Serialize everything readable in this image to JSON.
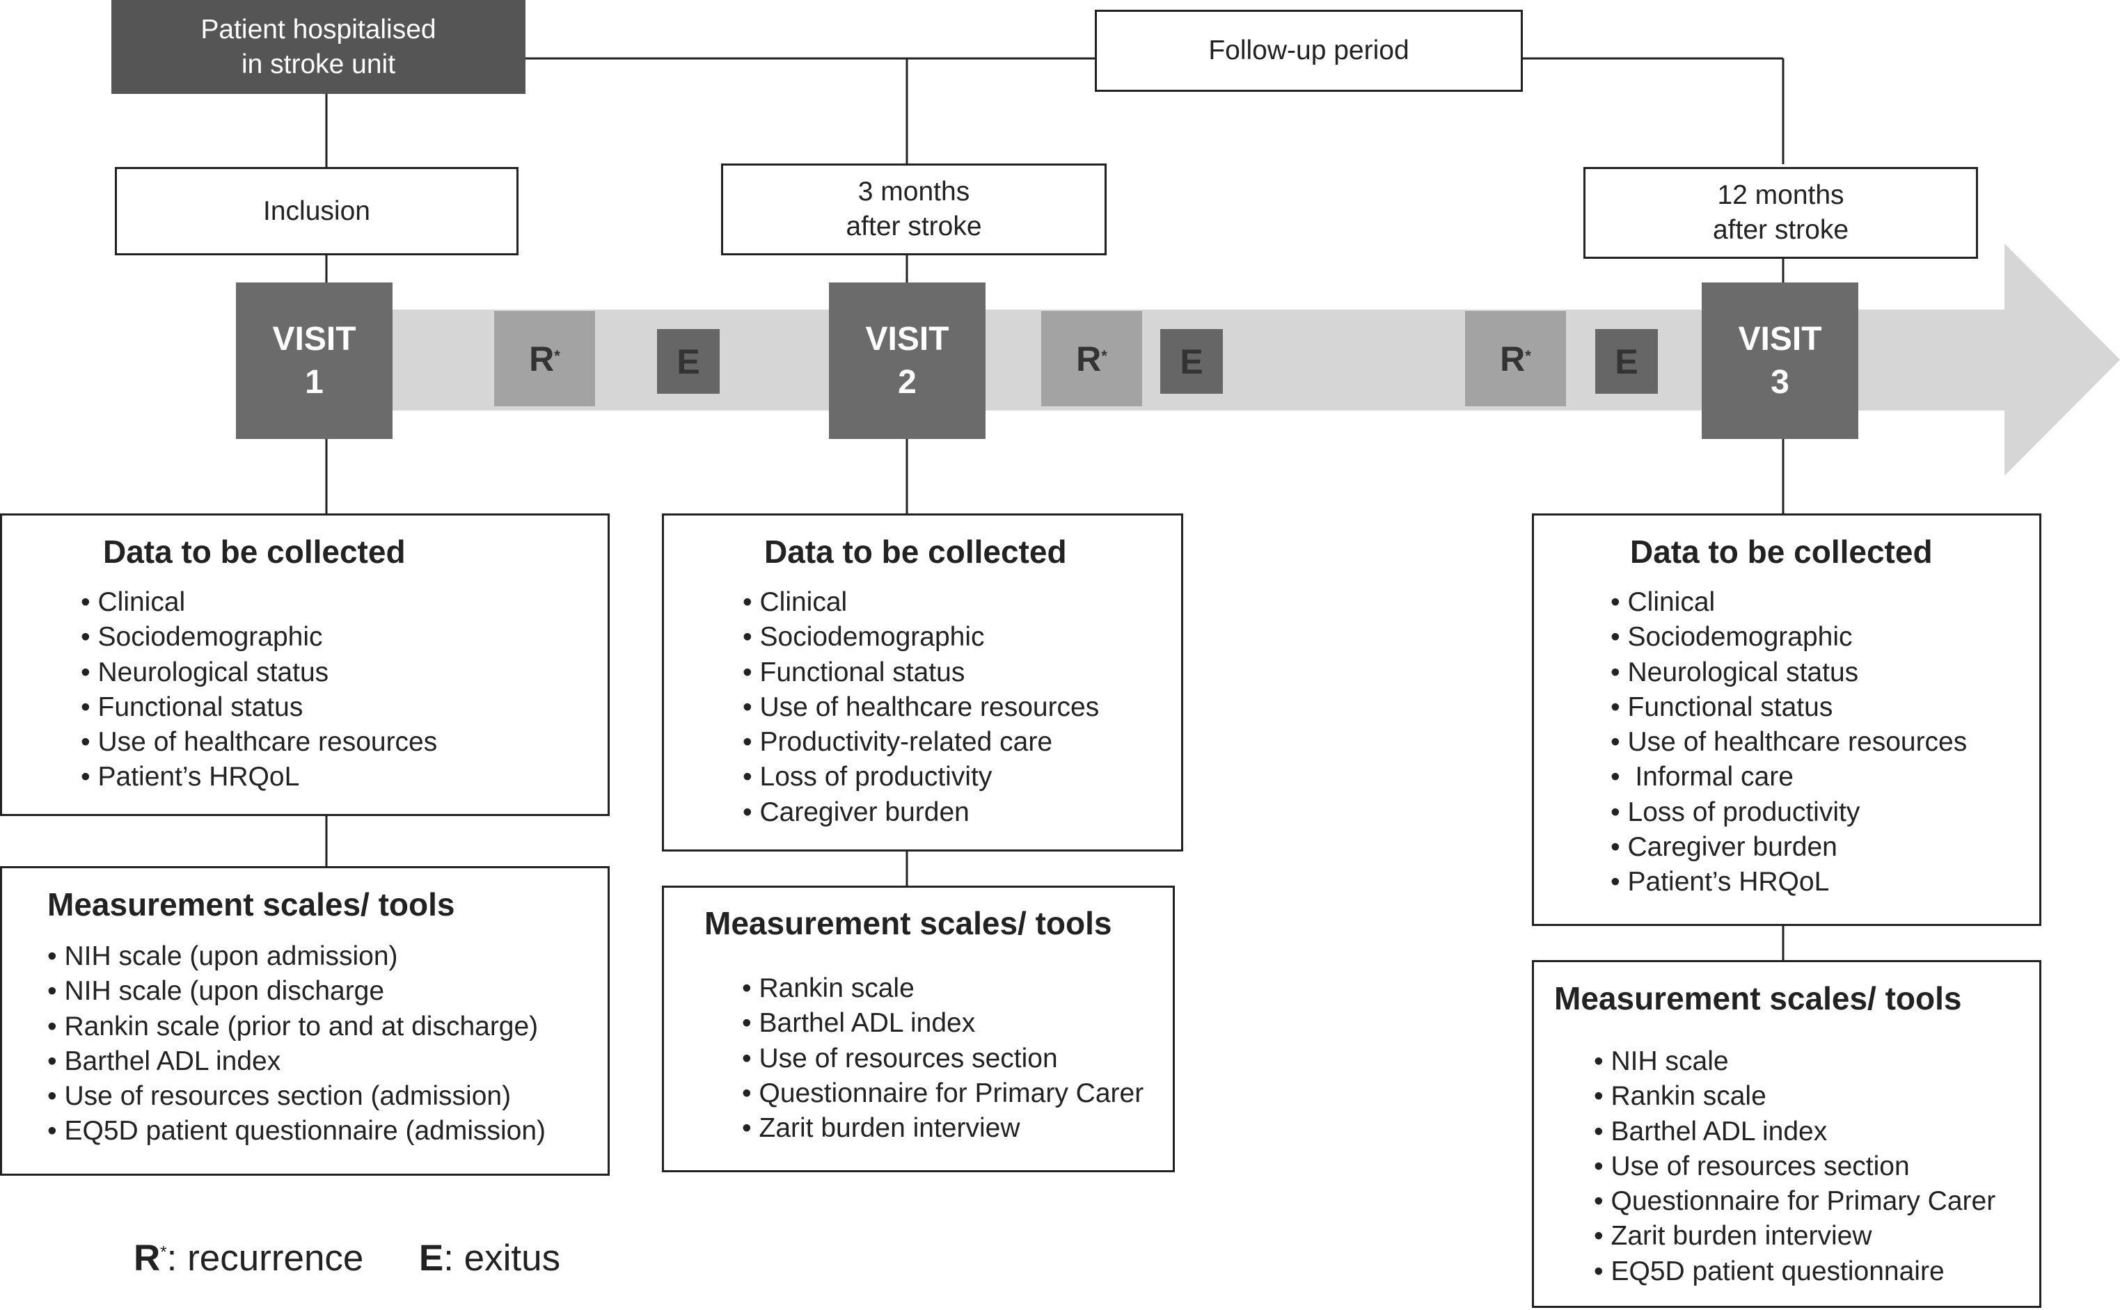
{
  "header": {
    "hospital": [
      "Patient hospitalised",
      "in stroke unit"
    ],
    "follow_up": "Follow-up period"
  },
  "milestones": {
    "inclusion": [
      "Inclusion"
    ],
    "three_months": [
      "3 months",
      "after stroke"
    ],
    "twelve_months": [
      "12 months",
      "after stroke"
    ]
  },
  "visits": [
    {
      "label": "VISIT",
      "number": "1"
    },
    {
      "label": "VISIT",
      "number": "2"
    },
    {
      "label": "VISIT",
      "number": "3"
    }
  ],
  "events": {
    "recurrence": "R",
    "recurrence_mark": "*",
    "exitus": "E"
  },
  "data_boxes": [
    {
      "title": "Data to be collected",
      "items": [
        "Clinical",
        "Sociodemographic",
        "Neurological status",
        "Functional status",
        "Use of healthcare resources",
        "Patient’s HRQoL"
      ]
    },
    {
      "title": "Data to be collected",
      "items": [
        "Clinical",
        "Sociodemographic",
        "Functional status",
        "Use of healthcare resources",
        "Productivity-related care",
        "Loss of productivity",
        "Caregiver burden"
      ]
    },
    {
      "title": "Data to be collected",
      "items": [
        "Clinical",
        "Sociodemographic",
        "Neurological status",
        "Functional status",
        "Use of healthcare resources",
        " Informal care",
        "Loss of productivity",
        "Caregiver burden",
        "Patient’s HRQoL"
      ]
    }
  ],
  "scale_boxes": [
    {
      "title": "Measurement scales/ tools",
      "items": [
        "NIH scale (upon admission)",
        "NIH scale (upon discharge",
        "Rankin scale (prior to and at discharge)",
        "Barthel ADL index",
        "Use of resources section (admission)",
        "EQ5D patient questionnaire (admission)"
      ]
    },
    {
      "title": "Measurement scales/ tools",
      "items": [
        "Rankin scale",
        "Barthel ADL index",
        "Use of resources section",
        "Questionnaire for Primary Carer",
        "Zarit burden interview"
      ]
    },
    {
      "title": "Measurement scales/ tools",
      "items": [
        "NIH scale",
        "Rankin scale",
        "Barthel ADL index",
        "Use of resources section",
        "Questionnaire for Primary Carer",
        "Zarit burden interview",
        "EQ5D patient questionnaire"
      ]
    }
  ],
  "legend": {
    "r_symbol": "R",
    "r_mark": "*",
    "r_text": ": recurrence",
    "e_symbol": "E",
    "e_text": ": exitus"
  },
  "colors": {
    "arrow": "#d6d6d6",
    "visit": "#6b6b6b",
    "recurrence": "#a3a3a3",
    "exitus": "#666666",
    "hospital": "#555555"
  }
}
